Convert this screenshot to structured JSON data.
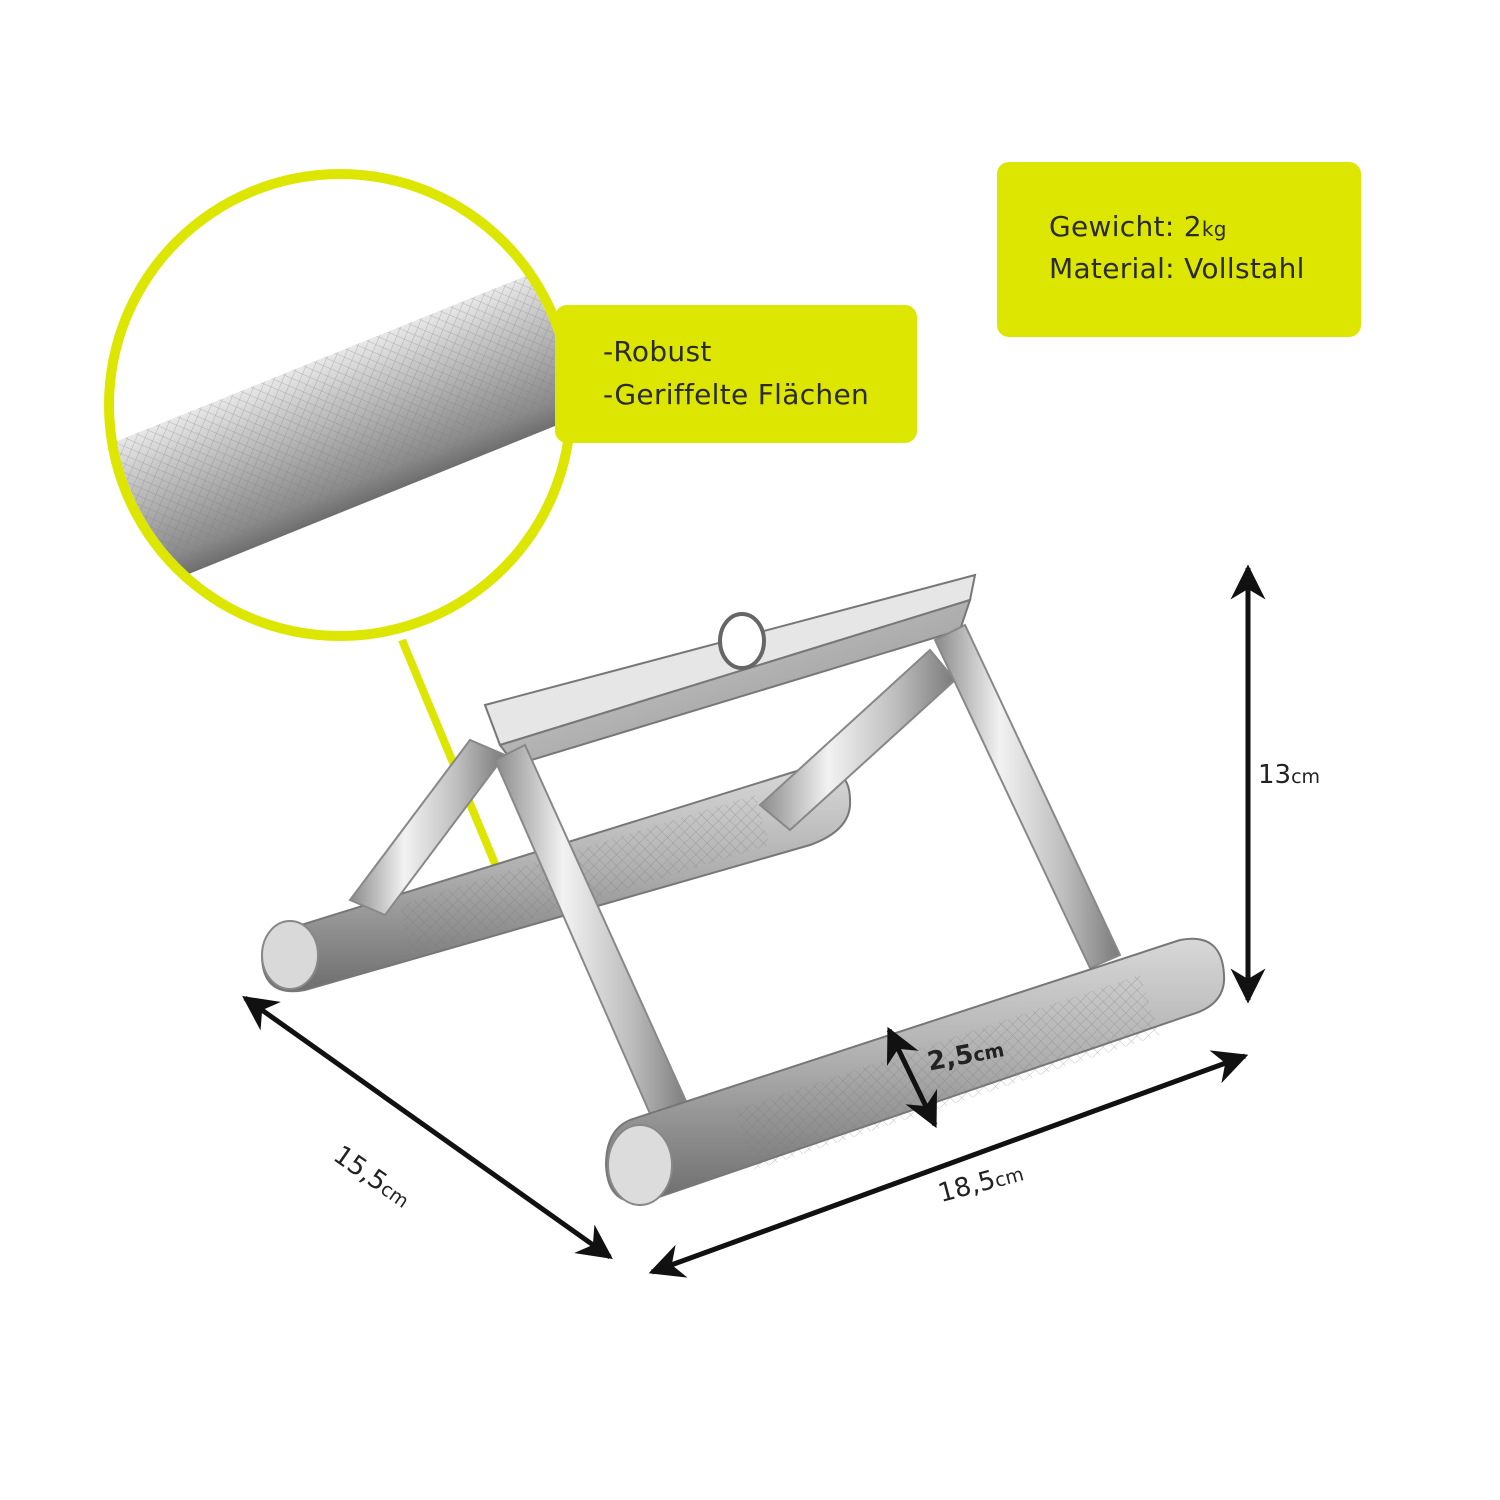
{
  "specs": {
    "weight_label": "Gewicht: 2",
    "weight_unit": "kg",
    "material": "Material: Vollstahl"
  },
  "features": {
    "item1": "-Robust",
    "item2": "-Geriffelte Flächen"
  },
  "dimensions": {
    "height_value": "13",
    "height_unit": "cm",
    "depth_value": "15,5",
    "depth_unit": "cm",
    "width_value": "18,5",
    "width_unit": "cm",
    "grip_value": "2,5",
    "grip_unit": "cm"
  },
  "colors": {
    "accent": "#dde600",
    "steel": "#b8b8b8",
    "arrow": "#111111"
  }
}
